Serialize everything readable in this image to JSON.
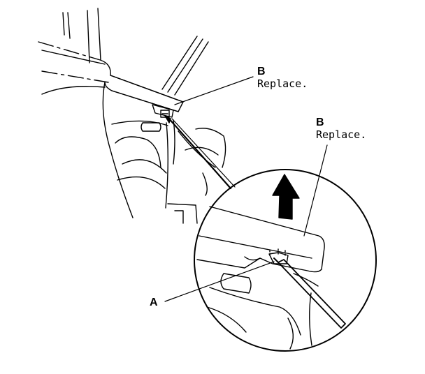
{
  "callouts": {
    "b_top": {
      "letter": "B",
      "note": "Replace."
    },
    "b_detail": {
      "letter": "B",
      "note": "Replace."
    },
    "a_detail": {
      "letter": "A"
    }
  },
  "colors": {
    "line": "#000000",
    "background": "#ffffff"
  },
  "icons": [
    "up-arrow-icon",
    "screwdriver-icon",
    "clip-icon"
  ]
}
